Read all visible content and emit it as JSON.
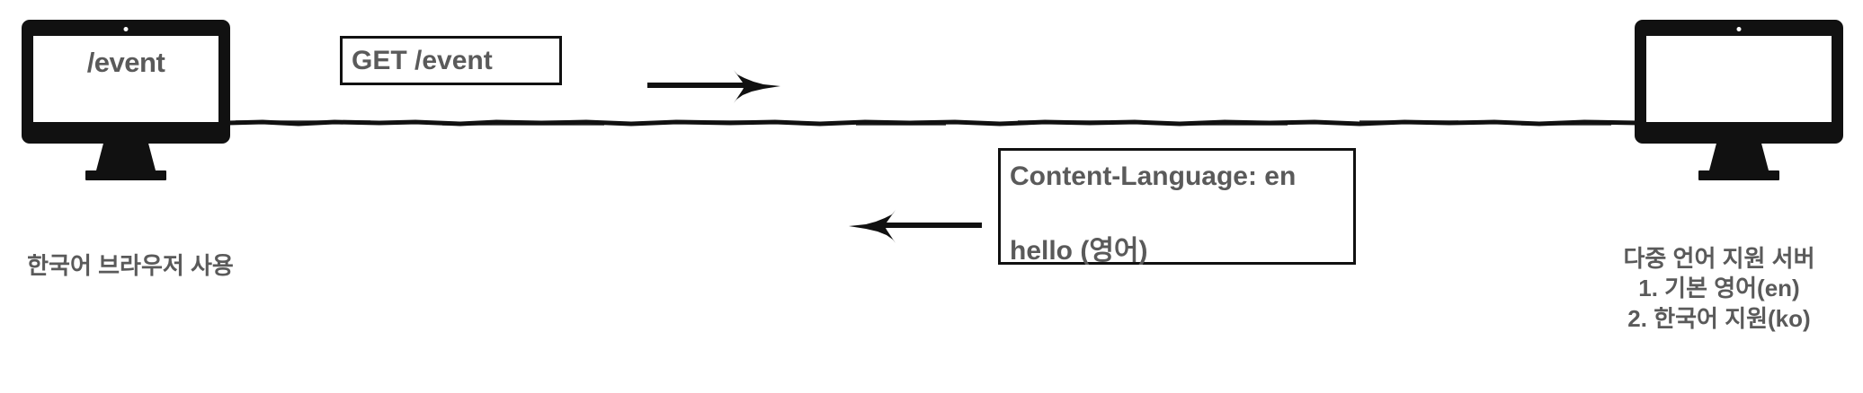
{
  "diagram": {
    "title": "HTTP Content-Language negotiation",
    "colors": {
      "ink": "#111111",
      "text_gray": "#5a5a5a",
      "background": "#ffffff"
    },
    "client": {
      "screen_text": "/event",
      "caption": "한국어 브라우저 사용",
      "camera_icon": "webcam-dot-icon"
    },
    "server": {
      "screen_text": "",
      "caption_line_1": "다중 언어 지원 서버",
      "caption_line_2": "1. 기본 영어(en)",
      "caption_line_3": "2. 한국어 지원(ko)",
      "camera_icon": "webcam-dot-icon"
    },
    "request": {
      "box_label": "GET /event",
      "arrow_icon": "arrow-right-icon",
      "direction": "client-to-server"
    },
    "response": {
      "line_1": "Content-Language: en",
      "line_2": "hello (영어)",
      "arrow_icon": "arrow-left-icon",
      "direction": "server-to-client"
    },
    "connector": {
      "icon": "horizontal-wire-line"
    }
  }
}
